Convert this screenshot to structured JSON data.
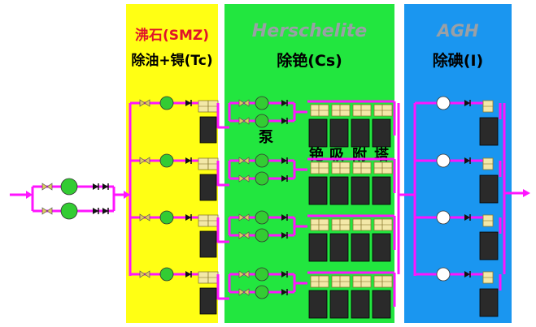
{
  "sections": {
    "zeolite": {
      "line1": "沸石(SMZ)",
      "line2": "除油+锝(Tc)",
      "color": "#ffff14"
    },
    "herschelite": {
      "line1": "Herschelite",
      "line2": "除铯(Cs)",
      "color": "#22e63f"
    },
    "agh": {
      "line1": "AGH",
      "line2": "除碘(I)",
      "color": "#1a96f0"
    }
  },
  "labels": {
    "pump": "泵",
    "tower_chars": [
      "铯",
      "吸",
      "附",
      "塔"
    ]
  },
  "colors": {
    "pipe": "#ff14ff",
    "tank": "#2a2a2a",
    "pump": "#33cc33",
    "valve": "#e0c860"
  }
}
